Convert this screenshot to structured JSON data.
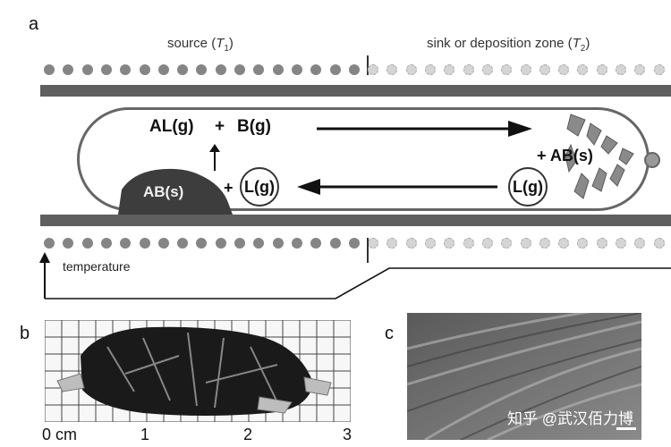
{
  "panels": {
    "a": "a",
    "b": "b",
    "c": "c"
  },
  "zones": {
    "source_text": "source (",
    "source_var": "T",
    "source_sub": "1",
    "sink_text": "sink or deposition zone (",
    "sink_var": "T",
    "sink_sub": "2",
    "close_paren": ")"
  },
  "reaction": {
    "al_g": "AL(g)",
    "plus": "+",
    "b_g": "B(g)",
    "ab_s": "AB(s)",
    "l_g": "L(g)",
    "plus_ab_s": "+ AB(s)"
  },
  "temperature_label": "temperature",
  "scale": {
    "ticks": [
      "0 cm",
      "1",
      "2",
      "3"
    ]
  },
  "watermark": "知乎 @武汉佰力博",
  "colors": {
    "rod": "#5f5f5f",
    "tube": "#666666",
    "dark_dot": "#858585",
    "light_dot": "#d5d5d5",
    "deposit": "#3d3d3d"
  }
}
